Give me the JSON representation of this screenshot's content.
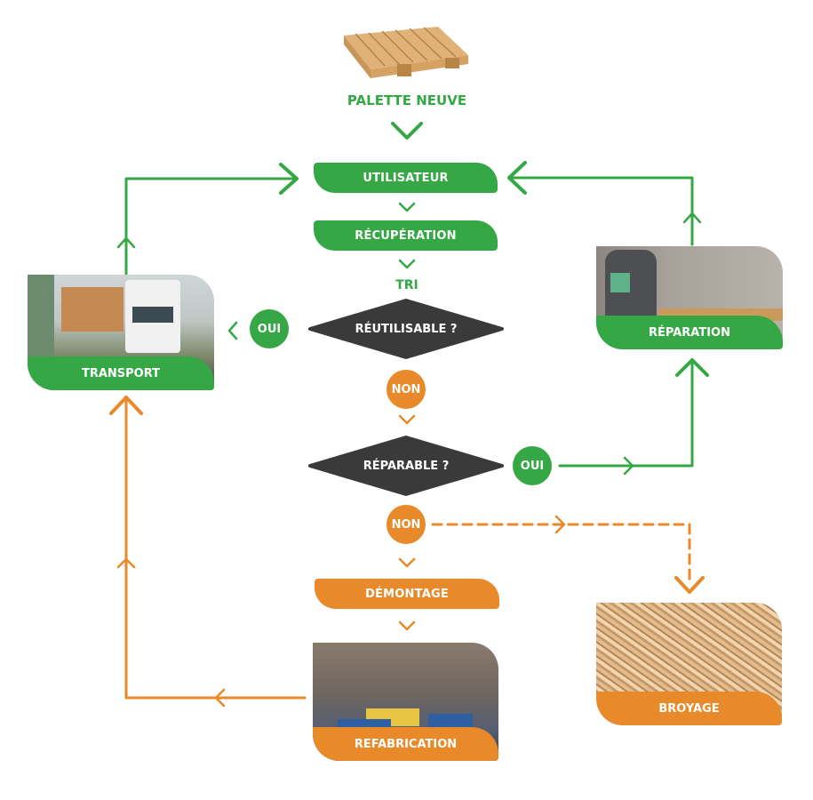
{
  "colors": {
    "green": "#35a845",
    "orange": "#e8892a",
    "dark": "#3a3a3a"
  },
  "start": {
    "image": "wooden-pallet",
    "label": "PALETTE NEUVE"
  },
  "steps": {
    "utilisateur": "UTILISATEUR",
    "recuperation": "RÉCUPÉRATION",
    "tri": "TRI",
    "demontage": "DÉMONTAGE"
  },
  "decisions": {
    "reutilisable": "RÉUTILISABLE ?",
    "reparable": "RÉPARABLE ?"
  },
  "answers": {
    "oui_1": "OUI",
    "non_1": "NON",
    "oui_2": "OUI",
    "non_2": "NON"
  },
  "cards": {
    "transport": {
      "label": "TRANSPORT",
      "image": "truck-loaded-with-pallets"
    },
    "reparation": {
      "label": "RÉPARATION",
      "image": "worker-repairing-pallet"
    },
    "refabrication": {
      "label": "REFABRICATION",
      "image": "workshop-interior"
    },
    "broyage": {
      "label": "BROYAGE",
      "image": "wood-shavings"
    }
  }
}
